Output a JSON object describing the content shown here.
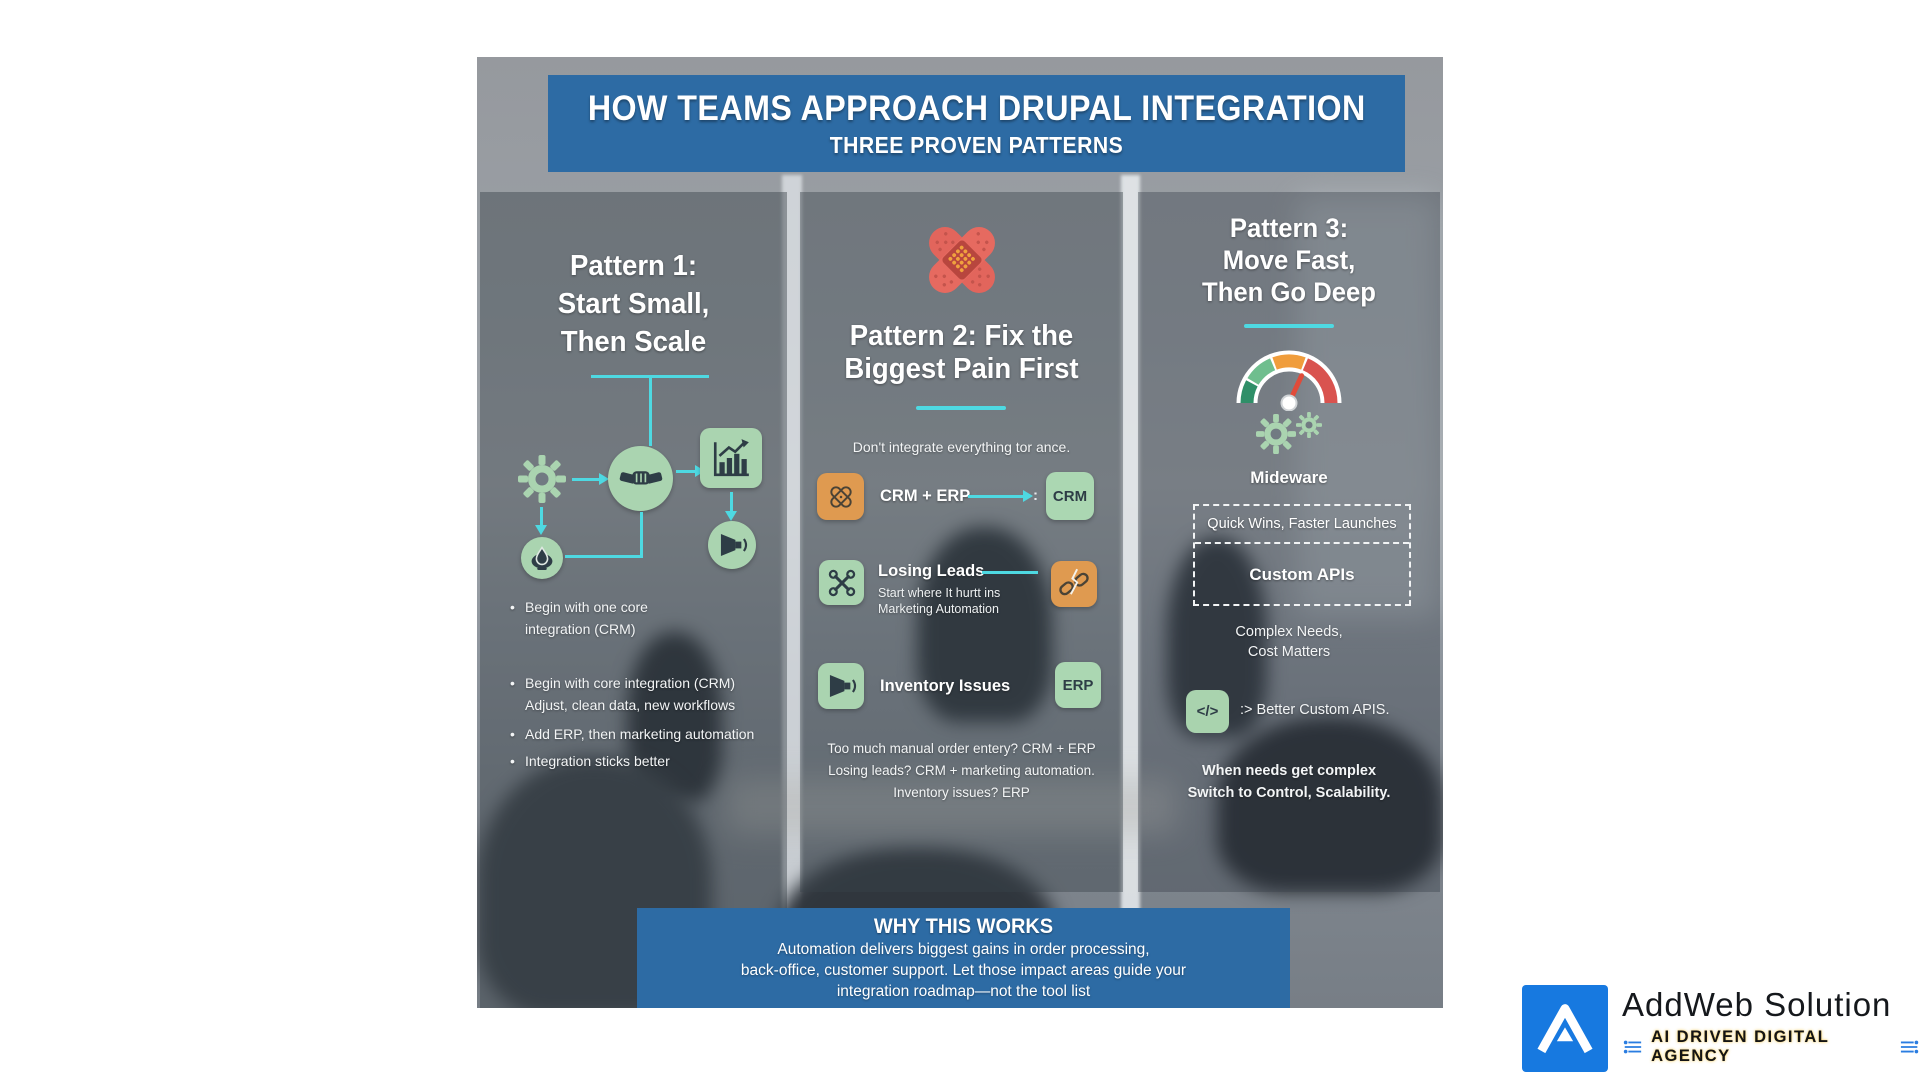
{
  "colors": {
    "banner_blue": "#2d6ba4",
    "teal_accent": "#4ed9e2",
    "icon_green": "#aad4b0",
    "icon_orange": "#df9a50",
    "bandaid_red": "#e2655c",
    "logo_blue": "#1779e0"
  },
  "header": {
    "title": "HOW TEAMS APPROACH DRUPAL INTEGRATION",
    "subtitle": "THREE PROVEN PATTERNS"
  },
  "p1": {
    "title": [
      "Pattern 1:",
      "Start Small,",
      "Then Scale"
    ],
    "b1": [
      "Begin with one core",
      "integration (CRM)"
    ],
    "b2": [
      "Begin with core integration (CRM)",
      "Adjust, clean data, new workflows"
    ],
    "b3": "Add ERP, then marketing automation",
    "b4": "Integration sticks better"
  },
  "p2": {
    "title": [
      "Pattern 2: Fix the",
      "Biggest Pain First"
    ],
    "intro": "Don't integrate everything tor ance.",
    "row1": {
      "label": "CRM + ERP",
      "target": "CRM"
    },
    "row2": {
      "label": "Losing Leads",
      "sub1": "Start where It hurtt ins",
      "sub2": "Marketing Automation"
    },
    "row3": {
      "label": "Inventory Issues",
      "target": "ERP"
    },
    "footer": [
      "Too much manual order entery? CRM + ERP",
      "Losing leads? CRM + marketing automation.",
      "Inventory issues? ERP"
    ]
  },
  "p3": {
    "title": [
      "Pattern 3:",
      "Move Fast,",
      "Then Go Deep"
    ],
    "gauge_label": "Mideware",
    "box": {
      "top": "Quick Wins, Faster Launches",
      "bottom": "Custom APIs"
    },
    "note": [
      "Complex Needs,",
      "Cost Matters"
    ],
    "code_glyph": "</>",
    "api_note": ":> Better Custom APIS.",
    "footer": [
      "When needs get complex",
      "Switch to Control, Scalability."
    ]
  },
  "why": {
    "title": "WHY THIS WORKS",
    "lines": [
      "Automation delivers biggest gains in order processing,",
      "back-office, customer support. Let those impact areas guide your",
      "integration roadmap—not the tool list"
    ]
  },
  "logo": {
    "name": "AddWeb Solution",
    "tagline": "AI DRIVEN DIGITAL AGENCY"
  }
}
